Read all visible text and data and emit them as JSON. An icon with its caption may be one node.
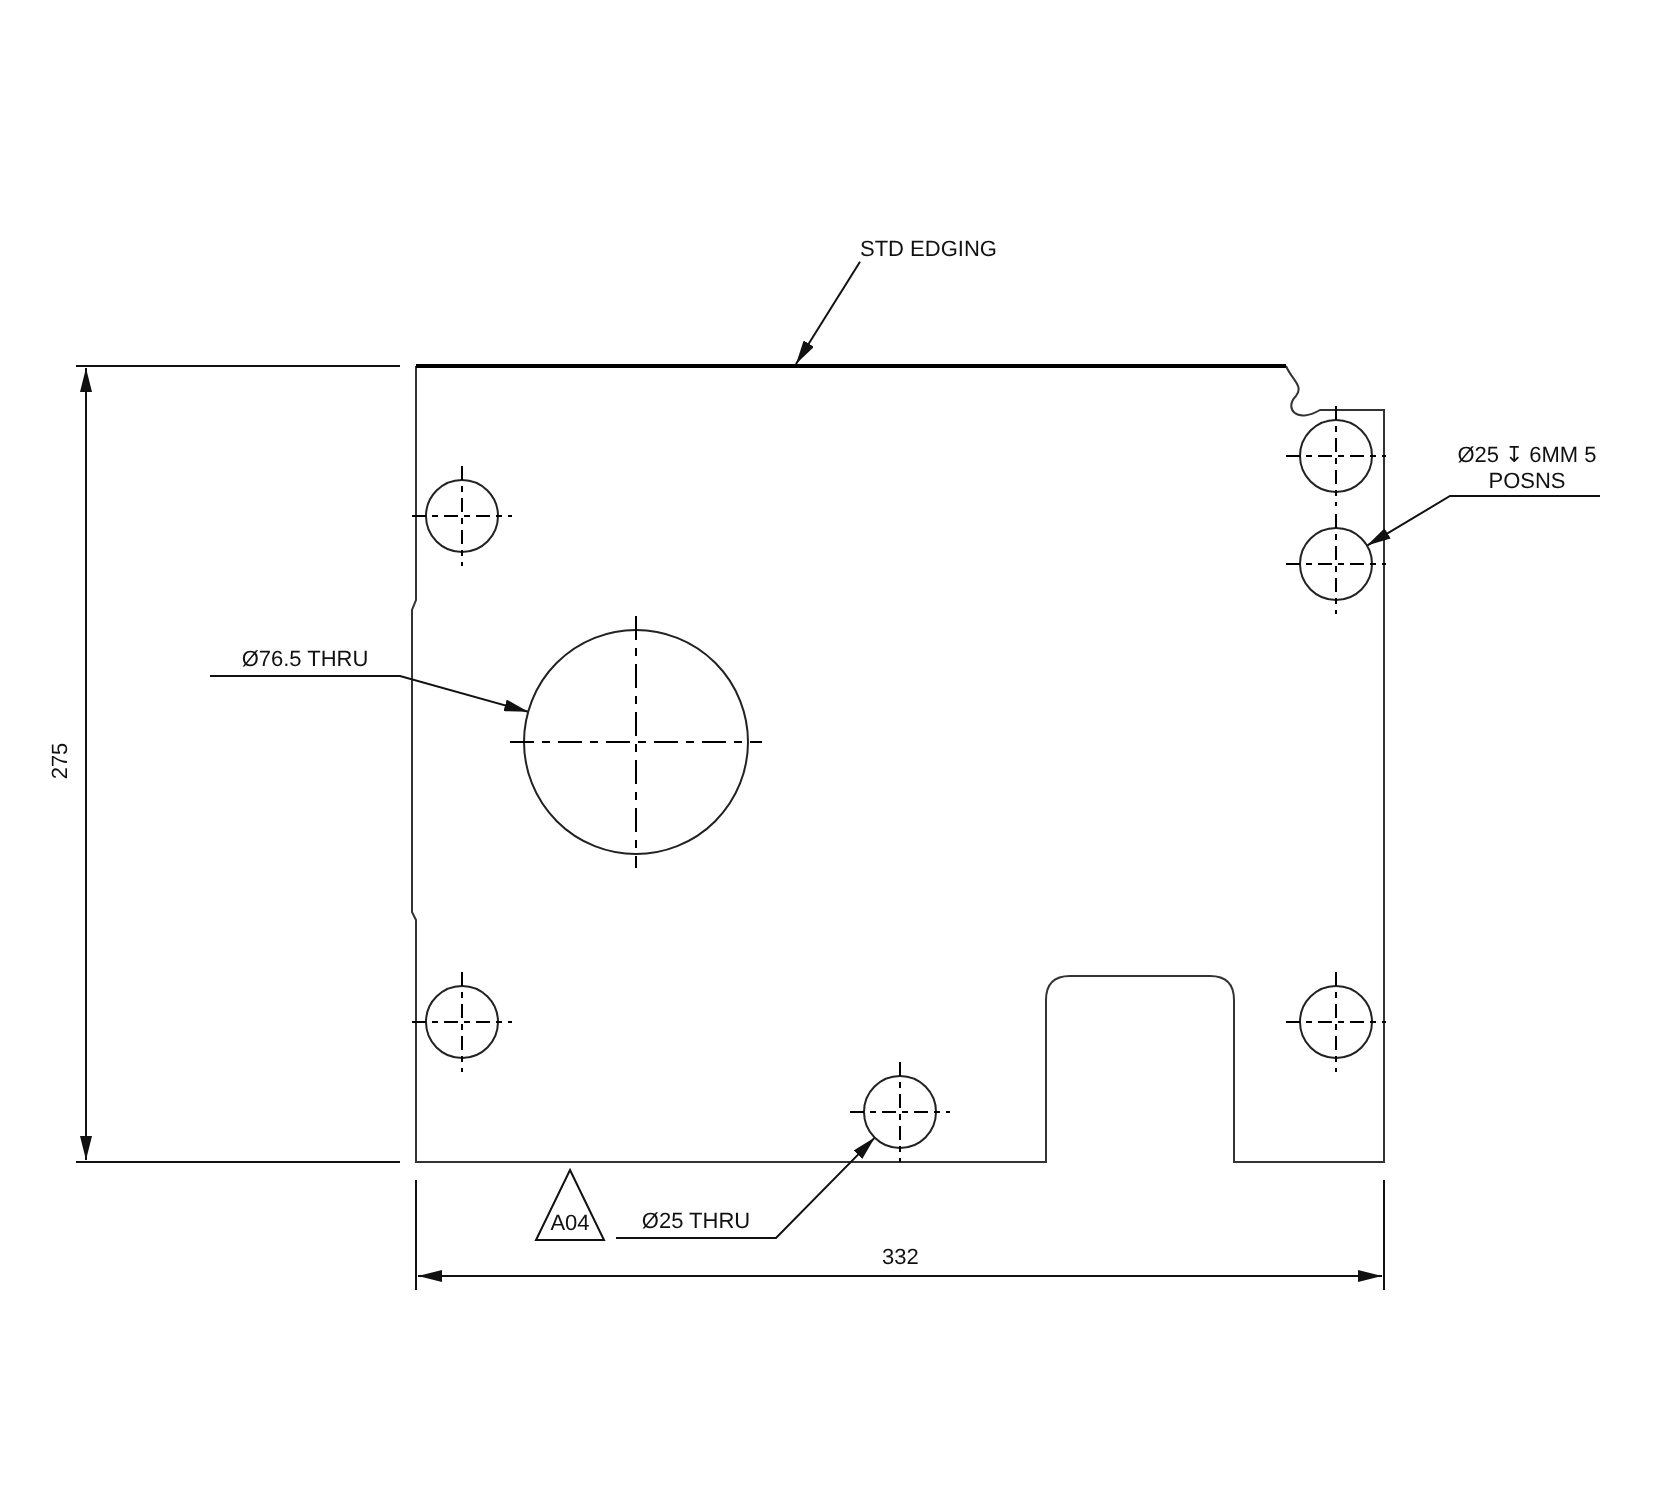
{
  "diagram": {
    "nodes": [
      {
        "text": [
          "STD EDGING"
        ]
      },
      {
        "text": [],
        "shape": "bar"
      },
      {
        "text": [
          "Ø25 ↧ 6MM 5 POSNS"
        ]
      },
      {
        "text": [],
        "shape": "circle"
      },
      {
        "text": [],
        "shape": "circle"
      },
      {
        "text": [],
        "shape": "circle"
      },
      {
        "text": [
          "Ø76.5 THRU"
        ]
      },
      {
        "text": [],
        "shape": "circle"
      },
      {
        "text": [],
        "shape": "circle"
      },
      {
        "text": [],
        "shape": "circle"
      },
      {
        "text": [],
        "shape": "circle"
      },
      {
        "text": [
          "Ø25 THRU"
        ]
      },
      {
        "text": [
          "A04"
        ]
      }
    ],
    "edges": [
      {
        "from": 0,
        "to": 1,
        "arrow": "to"
      },
      {
        "from": 2,
        "to": 4,
        "arrow": "to"
      },
      {
        "from": 6,
        "to": 7,
        "arrow": "to"
      },
      {
        "from": 11,
        "to": 10,
        "arrow": "to"
      }
    ],
    "labels": [
      "275",
      "332"
    ]
  }
}
